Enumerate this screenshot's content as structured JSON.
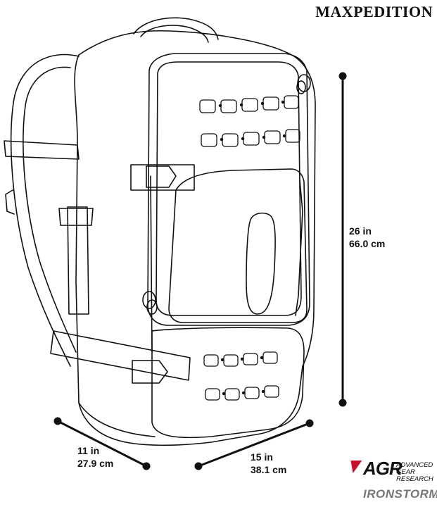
{
  "brand": {
    "name": "MAXPEDITION"
  },
  "dimensions": {
    "height": {
      "imperial": "26 in",
      "metric": "66.0 cm"
    },
    "depth": {
      "imperial": "11 in",
      "metric": "27.9 cm"
    },
    "width": {
      "imperial": "15 in",
      "metric": "38.1 cm"
    }
  },
  "sub_brand": {
    "mark": "AGR",
    "line1": "ADVANCED",
    "line2": "GEAR RESEARCH"
  },
  "product": {
    "name": "IRONSTORM",
    "trademark": "™"
  },
  "colors": {
    "line": "#111111",
    "accent_red": "#c8102e",
    "product_text": "#777777"
  },
  "icons": [
    "backpack-illustration",
    "dimension-line"
  ]
}
